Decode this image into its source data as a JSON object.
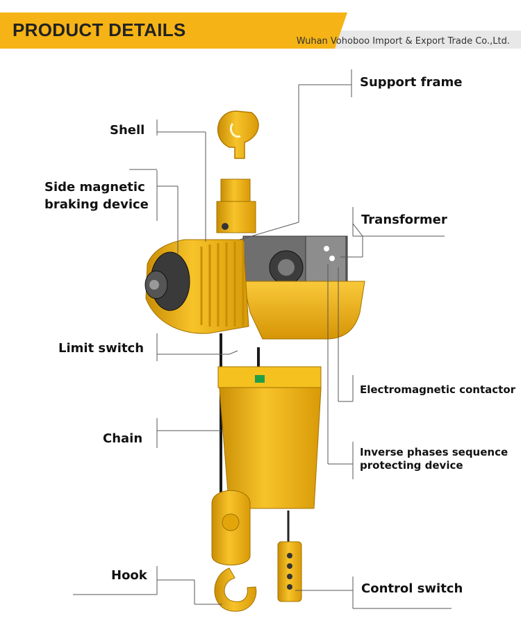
{
  "header": {
    "title": "PRODUCT DETAILS",
    "company": "Wuhan Vohoboo Import & Export Trade Co.,Ltd."
  },
  "labels": {
    "support_frame": "Support frame",
    "shell": "Shell",
    "side_magnetic_line1": "Side magnetic",
    "side_magnetic_line2": "braking device",
    "transformer": "Transformer",
    "limit_switch": "Limit switch",
    "electromagnetic_contactor": "Electromagnetic contactor",
    "chain": "Chain",
    "inverse_line1": "Inverse phases sequence",
    "inverse_line2": "protecting device",
    "hook": "Hook",
    "control_switch": "Control switch"
  },
  "colors": {
    "accent_yellow": "#f5b315",
    "body_yellow": "#f2b90f",
    "banner_gray": "#e9e9e9"
  }
}
